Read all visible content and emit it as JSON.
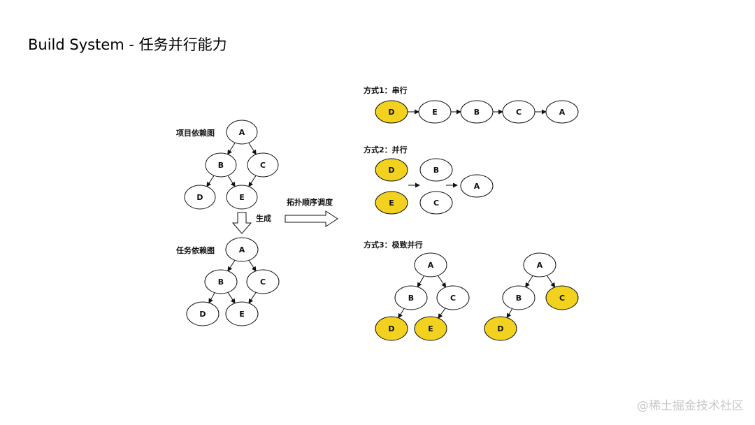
{
  "title": "Build System - 任务并行能力",
  "watermark": "@稀土掘金技术社区",
  "colors": {
    "highlight": "#f3d21f",
    "normal": "#ffffff",
    "stroke": "#111111"
  },
  "labels": {
    "project_graph": "项目依赖图",
    "task_graph": "任务依赖图",
    "generate": "生成",
    "topo_schedule": "拓扑顺序调度",
    "mode1": "方式1：串行",
    "mode2": "方式2：并行",
    "mode3": "方式3：极致并行"
  },
  "diagrams": {
    "project": {
      "nodes": [
        {
          "id": "A",
          "label": "A",
          "highlight": false
        },
        {
          "id": "B",
          "label": "B",
          "highlight": false
        },
        {
          "id": "C",
          "label": "C",
          "highlight": false
        },
        {
          "id": "D",
          "label": "D",
          "highlight": false
        },
        {
          "id": "E",
          "label": "E",
          "highlight": false
        }
      ],
      "edges": [
        [
          "A",
          "B"
        ],
        [
          "A",
          "C"
        ],
        [
          "B",
          "D"
        ],
        [
          "B",
          "E"
        ],
        [
          "C",
          "E"
        ]
      ]
    },
    "task": {
      "nodes": [
        {
          "id": "A",
          "label": "A",
          "highlight": false
        },
        {
          "id": "B",
          "label": "B",
          "highlight": false
        },
        {
          "id": "C",
          "label": "C",
          "highlight": false
        },
        {
          "id": "D",
          "label": "D",
          "highlight": false
        },
        {
          "id": "E",
          "label": "E",
          "highlight": false
        }
      ],
      "edges": [
        [
          "A",
          "B"
        ],
        [
          "A",
          "C"
        ],
        [
          "B",
          "D"
        ],
        [
          "B",
          "E"
        ],
        [
          "C",
          "E"
        ]
      ]
    },
    "serial": {
      "nodes": [
        {
          "id": "D",
          "label": "D",
          "highlight": true
        },
        {
          "id": "E",
          "label": "E",
          "highlight": false
        },
        {
          "id": "B",
          "label": "B",
          "highlight": false
        },
        {
          "id": "C",
          "label": "C",
          "highlight": false
        },
        {
          "id": "A",
          "label": "A",
          "highlight": false
        }
      ],
      "edges": [
        [
          "D",
          "E"
        ],
        [
          "E",
          "B"
        ],
        [
          "B",
          "C"
        ],
        [
          "C",
          "A"
        ]
      ]
    },
    "parallel": {
      "nodes": [
        {
          "id": "D",
          "label": "D",
          "highlight": true
        },
        {
          "id": "B",
          "label": "B",
          "highlight": false
        },
        {
          "id": "E",
          "label": "E",
          "highlight": true
        },
        {
          "id": "C",
          "label": "C",
          "highlight": false
        },
        {
          "id": "A",
          "label": "A",
          "highlight": false
        }
      ],
      "edges": []
    },
    "extreme_left": {
      "nodes": [
        {
          "id": "A",
          "label": "A",
          "highlight": false
        },
        {
          "id": "B",
          "label": "B",
          "highlight": false
        },
        {
          "id": "C",
          "label": "C",
          "highlight": false
        },
        {
          "id": "D",
          "label": "D",
          "highlight": true
        },
        {
          "id": "E",
          "label": "E",
          "highlight": true
        }
      ],
      "edges": [
        [
          "A",
          "B"
        ],
        [
          "A",
          "C"
        ],
        [
          "B",
          "D"
        ],
        [
          "C",
          "E"
        ]
      ]
    },
    "extreme_right": {
      "nodes": [
        {
          "id": "A",
          "label": "A",
          "highlight": false
        },
        {
          "id": "B",
          "label": "B",
          "highlight": false
        },
        {
          "id": "C",
          "label": "C",
          "highlight": true
        },
        {
          "id": "D",
          "label": "D",
          "highlight": true
        }
      ],
      "edges": [
        [
          "A",
          "B"
        ],
        [
          "A",
          "C"
        ],
        [
          "B",
          "D"
        ]
      ]
    }
  }
}
